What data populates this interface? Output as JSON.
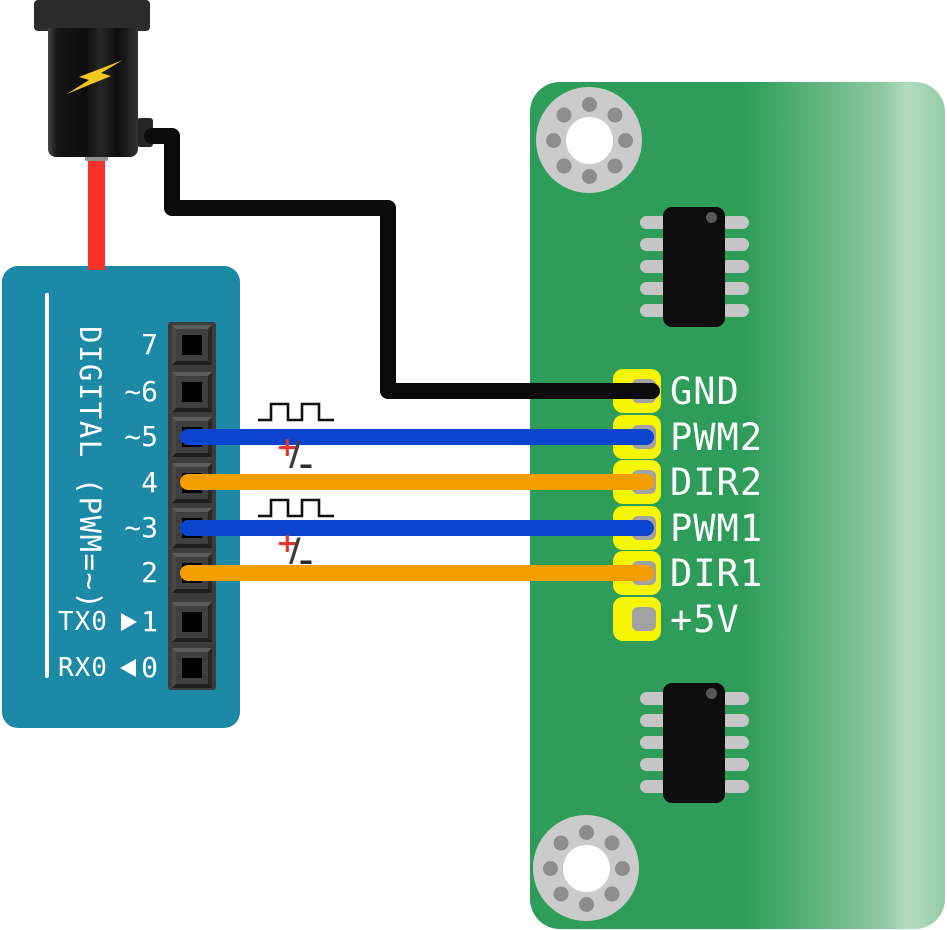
{
  "colors": {
    "arduino_board": "#1c89a6",
    "driver_board": "#2e9d59",
    "pad_yellow": "#f6f600",
    "wire_pwm_blue": "#0b45cf",
    "wire_dir_orange": "#f59e00",
    "wire_power_red": "#fa312b",
    "wire_ground_black": "#0b0b0b",
    "bolt_yellow": "#f2c71e",
    "plus_red": "#e5332d"
  },
  "power_supply": {
    "icon": "lightning-bolt-icon"
  },
  "arduino": {
    "side_label": "DIGITAL (PWM=~)",
    "pins": [
      {
        "label": "7"
      },
      {
        "label": "~6"
      },
      {
        "label": "~5"
      },
      {
        "label": "4"
      },
      {
        "label": "~3"
      },
      {
        "label": "2"
      },
      {
        "label": "1",
        "serial": "TX0",
        "arrow": "right"
      },
      {
        "label": "0",
        "serial": "RX0",
        "arrow": "left"
      }
    ]
  },
  "driver": {
    "pins": [
      "GND",
      "PWM2",
      "DIR2",
      "PWM1",
      "DIR1",
      "+5V"
    ]
  },
  "annotations": {
    "pwm_wave": "square-wave",
    "polarity_label": "+/-",
    "plus": "+",
    "slash": "/",
    "minus": "–"
  },
  "connections": [
    {
      "from": "power-plug",
      "to": "GND",
      "color": "black"
    },
    {
      "from": "arduino-pin-5",
      "to": "PWM2",
      "color": "blue",
      "signal": "pwm"
    },
    {
      "from": "arduino-pin-4",
      "to": "DIR2",
      "color": "orange",
      "signal": "+/-"
    },
    {
      "from": "arduino-pin-3",
      "to": "PWM1",
      "color": "blue",
      "signal": "pwm"
    },
    {
      "from": "arduino-pin-2",
      "to": "DIR1",
      "color": "orange",
      "signal": "+/-"
    }
  ]
}
